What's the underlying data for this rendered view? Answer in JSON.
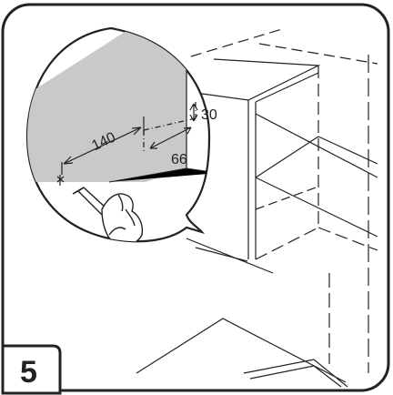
{
  "step": {
    "number": "5"
  },
  "dimensions": {
    "width_label": "140",
    "height_label": "30",
    "depth_label": "66"
  },
  "colors": {
    "line": "#222222",
    "wall_fill": "#c9c9c9",
    "background": "#ffffff"
  }
}
